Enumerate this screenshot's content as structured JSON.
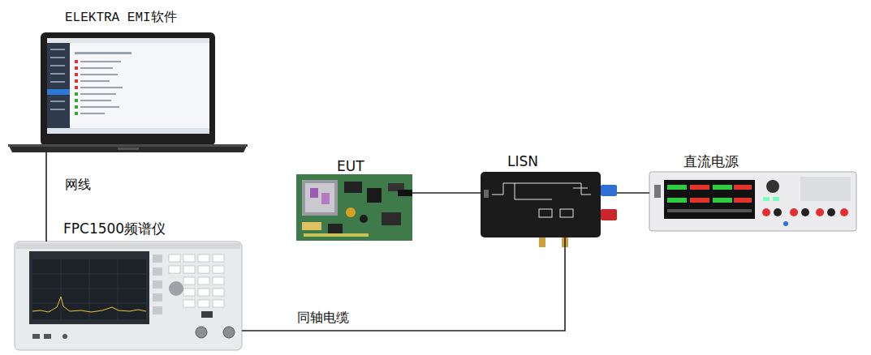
{
  "diagram": {
    "nodes": [
      {
        "text": [
          "ELEKTRA EMI软件"
        ]
      },
      {
        "text": [
          "FPC1500频谱仪"
        ]
      },
      {
        "text": [
          "EUT"
        ]
      },
      {
        "text": [
          "LISN"
        ]
      },
      {
        "text": [
          "直流电源"
        ]
      }
    ],
    "edges": [
      {
        "from": 0,
        "to": 1,
        "arrow": "none",
        "label": "网线"
      },
      {
        "from": 2,
        "to": 3,
        "arrow": "none"
      },
      {
        "from": 3,
        "to": 4,
        "arrow": "none"
      },
      {
        "from": 3,
        "to": 1,
        "arrow": "none",
        "label": "同轴电缆"
      }
    ]
  }
}
